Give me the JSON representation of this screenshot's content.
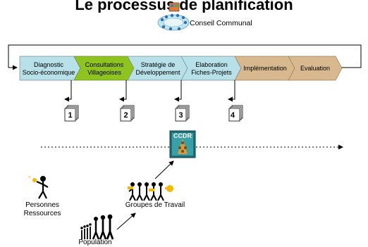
{
  "title": "Le processus de planification",
  "council": {
    "label": "Conseil Communal"
  },
  "steps": [
    {
      "line1": "Diagnostic",
      "line2": "Socio-économique",
      "color": "#b7e0e8"
    },
    {
      "line1": "Consultations",
      "line2": "Villageoises",
      "color": "#8fc31f"
    },
    {
      "line1": "Stratégie de",
      "line2": "Développement",
      "color": "#b7e0e8"
    },
    {
      "line1": "Elaboration",
      "line2": "Fiches-Projets",
      "color": "#b7e0e8"
    },
    {
      "line1": "Implémentation",
      "line2": "",
      "color": "#d8b98f"
    },
    {
      "line1": "Evaluation",
      "line2": "",
      "color": "#d8b98f"
    }
  ],
  "documents": [
    "1",
    "2",
    "3",
    "4"
  ],
  "ccdr": {
    "label": "CCDR"
  },
  "groups": {
    "resources": {
      "line1": "Personnes",
      "line2": "Ressources"
    },
    "working": "Groupes de Travail",
    "population": "Population"
  }
}
